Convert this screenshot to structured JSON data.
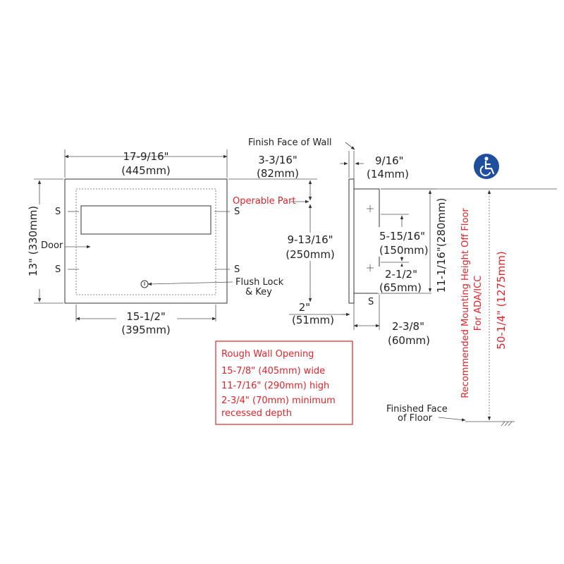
{
  "front_view": {
    "width_dim": "17-9/16\"",
    "width_dim_mm": "(445mm)",
    "height_dim": "13\" (330mm)",
    "door_label": "Door",
    "inner_width_dim": "15-1/2\"",
    "inner_width_dim_mm": "(395mm)",
    "s_mark": "S"
  },
  "callouts": {
    "operable_part": "Operable Part",
    "flush_lock_1": "Flush Lock",
    "flush_lock_2": "& Key",
    "top_offset": "3-3/16\"",
    "top_offset_mm": "(82mm)",
    "mid_offset": "9-13/16\"",
    "mid_offset_mm": "(250mm)",
    "bottom_offset": "2\"",
    "bottom_offset_mm": "(51mm)"
  },
  "side_view": {
    "finish_face_wall": "Finish Face of Wall",
    "depth_dim": "9/16\"",
    "depth_dim_mm": "(14mm)",
    "dim_a": "5-15/16\"",
    "dim_a_mm": "(150mm)",
    "dim_b": "2-1/2\"",
    "dim_b_mm": "(65mm)",
    "recess_dim": "2-3/8\"",
    "recess_dim_mm": "(60mm)",
    "overall_height": "11-1/16\"(280mm)",
    "s_mark": "S"
  },
  "mounting": {
    "line1": "Recommended Mounting Height Off Floor",
    "line2": "For ADA/ICC",
    "height_dim": "50-1/4\" (1275mm)",
    "finished_floor_1": "Finished Face",
    "finished_floor_2": "of Floor",
    "ada_icon": "wheelchair-accessibility-icon"
  },
  "rough_opening": {
    "title": "Rough Wall Opening",
    "line1": "15-7/8\" (405mm) wide",
    "line2": "11-7/16\" (290mm) high",
    "line3": "2-3/4\" (70mm) minimum",
    "line4": "recessed depth"
  },
  "colors": {
    "accent_red": "#d8262c",
    "ada_blue": "#1f4e9c"
  }
}
